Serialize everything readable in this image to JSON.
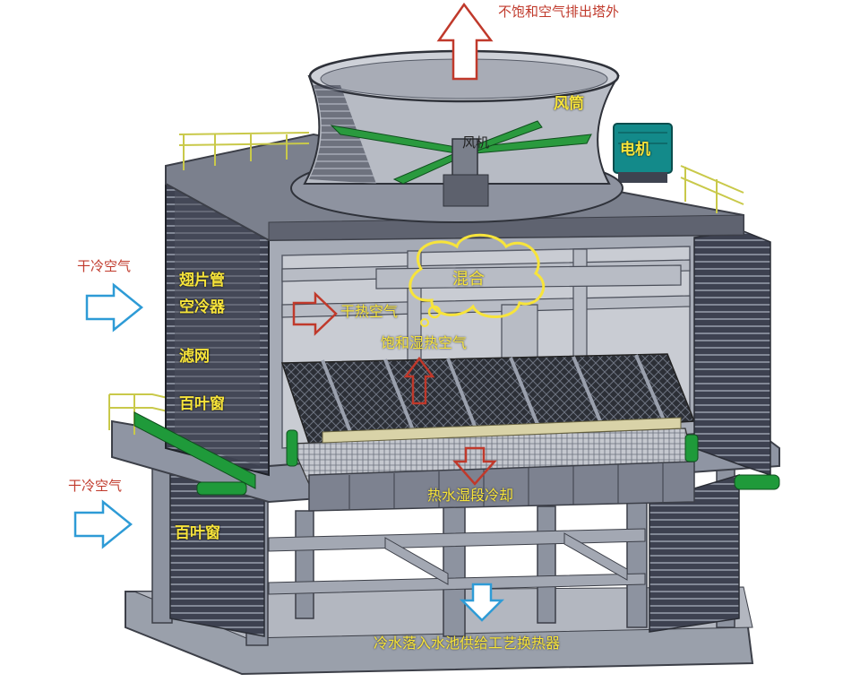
{
  "labels": {
    "exhaust": "不饱和空气排出塔外",
    "fan_cylinder": "风筒",
    "fan": "风机",
    "motor": "电机",
    "dry_cold_air_top": "干冷空气",
    "finned_tube_1": "翅片管",
    "finned_tube_2": "空冷器",
    "filter": "滤网",
    "louver_top": "百叶窗",
    "dry_hot_air": "干热空气",
    "mixing": "混合",
    "saturated_air": "饱和湿热空气",
    "wet_section": "热水湿段冷却",
    "dry_cold_air_bottom": "干冷空气",
    "louver_bottom": "百叶窗",
    "cold_water": "冷水落入水池供给工艺换热器"
  },
  "colors": {
    "red_arrow": "#c0392b",
    "blue_arrow": "#2e9bd6",
    "yellow_text": "#f7e43b",
    "structure": "#8f95a3",
    "structure_dark": "#4b4f5c",
    "pipe_green": "#1f9a3a"
  }
}
